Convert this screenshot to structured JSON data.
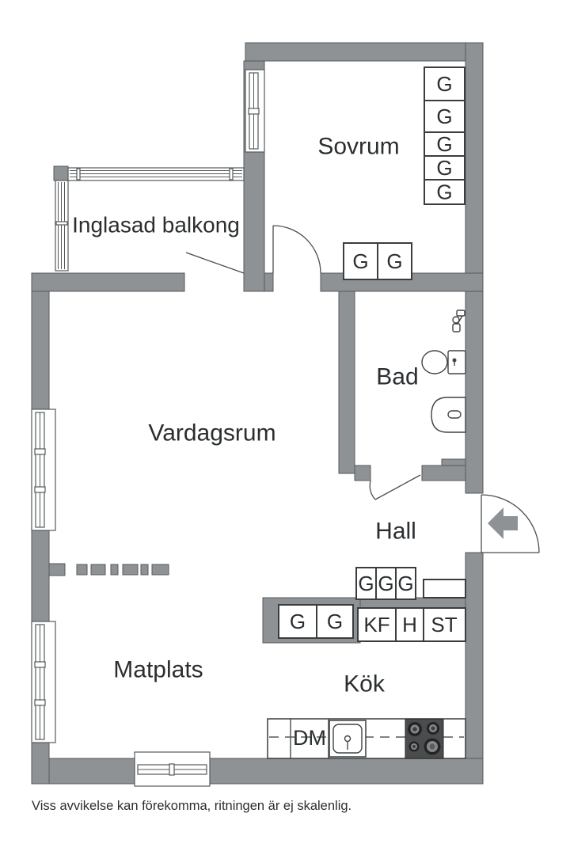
{
  "plan": {
    "rooms": {
      "sovrum": "Sovrum",
      "balkong": "Inglasad balkong",
      "vardagsrum": "Vardagsrum",
      "bad": "Bad",
      "hall": "Hall",
      "matplats": "Matplats",
      "kok": "Kök"
    },
    "closets": {
      "bedroom_column": [
        "G",
        "G",
        "G",
        "G",
        "G"
      ],
      "bedroom_pair": [
        "G",
        "G"
      ],
      "hall_row": [
        "G",
        "G",
        "G"
      ],
      "kitchen_pair": [
        "G",
        "G"
      ]
    },
    "units": {
      "kf": "KF",
      "h": "H",
      "st": "ST",
      "dm": "DM"
    },
    "caption": "Viss avvikelse kan förekomma, ritningen är ej skalenlig.",
    "colors": {
      "wall": "#8E9294",
      "outline": "#55595b",
      "stove": "#4a4c4d",
      "text": "#2b2e30",
      "background": "#ffffff"
    }
  }
}
